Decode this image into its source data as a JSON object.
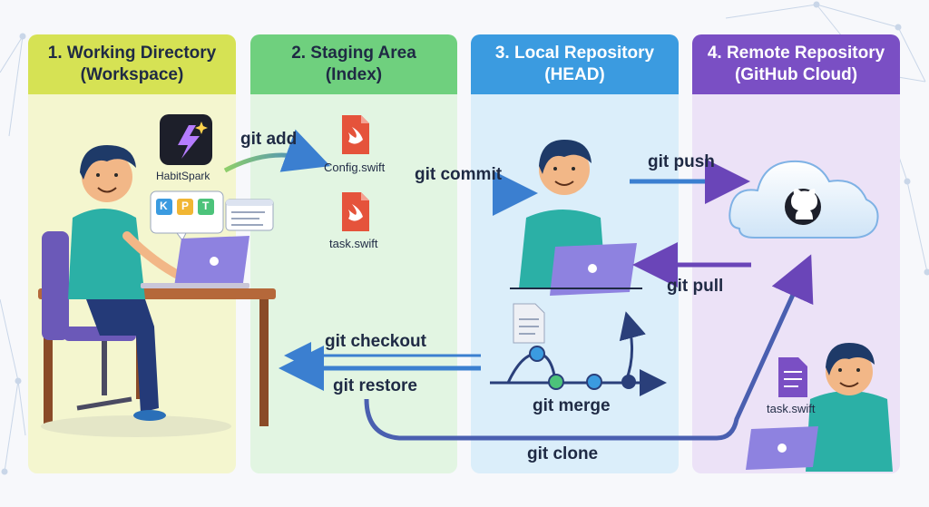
{
  "columns": [
    {
      "title": "1. Working Directory\n(Workspace)"
    },
    {
      "title": "2. Staging Area\n(Index)"
    },
    {
      "title": "3. Local Repository\n(HEAD)"
    },
    {
      "title": "4. Remote Repository\n(GitHub Cloud)"
    }
  ],
  "app": {
    "name": "HabitSpark"
  },
  "kpt": {
    "k": "K",
    "p": "P",
    "t": "T"
  },
  "files": {
    "config": "Config.swift",
    "task": "task.swift",
    "remote_task": "task.swift"
  },
  "commands": {
    "add": "git add",
    "commit": "git commit",
    "push": "git push",
    "pull": "git pull",
    "checkout": "git checkout",
    "restore": "git restore",
    "merge": "git merge",
    "clone": "git clone"
  },
  "colors": {
    "col1": "#d6e254",
    "col2": "#6fd07e",
    "col3": "#3b9be0",
    "col4": "#7a4fc4",
    "swift": "#e5533b"
  }
}
